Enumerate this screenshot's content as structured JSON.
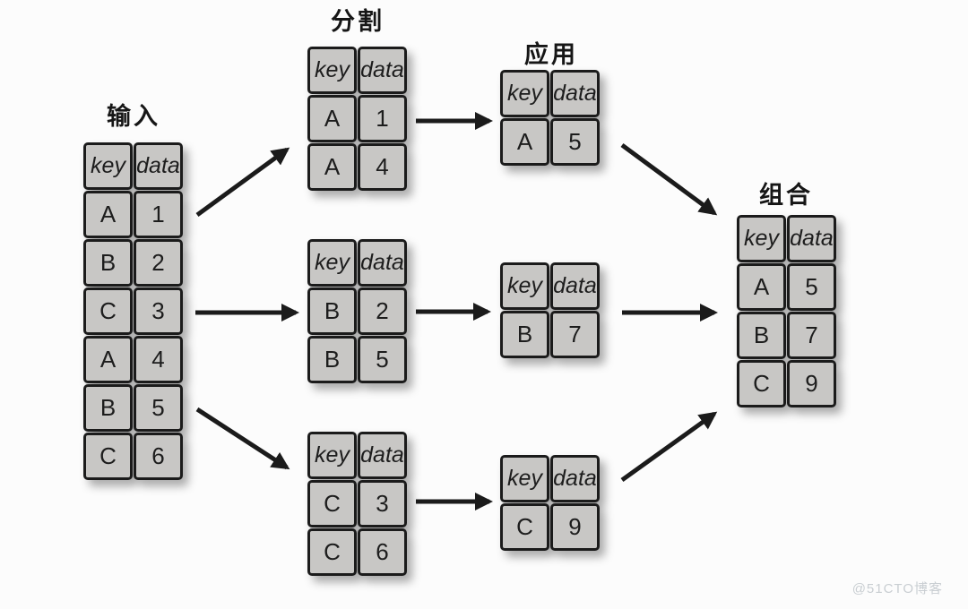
{
  "stage_labels": {
    "input": "输入",
    "split": "分割",
    "apply": "应用",
    "combine": "组合"
  },
  "tables": {
    "input": {
      "headers": [
        "key",
        "data"
      ],
      "rows": [
        [
          "A",
          "1"
        ],
        [
          "B",
          "2"
        ],
        [
          "C",
          "3"
        ],
        [
          "A",
          "4"
        ],
        [
          "B",
          "5"
        ],
        [
          "C",
          "6"
        ]
      ]
    },
    "split_a": {
      "headers": [
        "key",
        "data"
      ],
      "rows": [
        [
          "A",
          "1"
        ],
        [
          "A",
          "4"
        ]
      ]
    },
    "split_b": {
      "headers": [
        "key",
        "data"
      ],
      "rows": [
        [
          "B",
          "2"
        ],
        [
          "B",
          "5"
        ]
      ]
    },
    "split_c": {
      "headers": [
        "key",
        "data"
      ],
      "rows": [
        [
          "C",
          "3"
        ],
        [
          "C",
          "6"
        ]
      ]
    },
    "apply_a": {
      "headers": [
        "key",
        "data"
      ],
      "rows": [
        [
          "A",
          "5"
        ]
      ]
    },
    "apply_b": {
      "headers": [
        "key",
        "data"
      ],
      "rows": [
        [
          "B",
          "7"
        ]
      ]
    },
    "apply_c": {
      "headers": [
        "key",
        "data"
      ],
      "rows": [
        [
          "C",
          "9"
        ]
      ]
    },
    "combine": {
      "headers": [
        "key",
        "data"
      ],
      "rows": [
        [
          "A",
          "5"
        ],
        [
          "B",
          "7"
        ],
        [
          "C",
          "9"
        ]
      ]
    }
  },
  "watermark": "@51CTO博客",
  "colors": {
    "background": "#fcfcfc",
    "cell_fill": "#c8c7c5",
    "table_border": "#1b1b1b",
    "arrow": "#1b1b1b",
    "label_text": "#161616",
    "watermark_text": "#c9ced2"
  }
}
